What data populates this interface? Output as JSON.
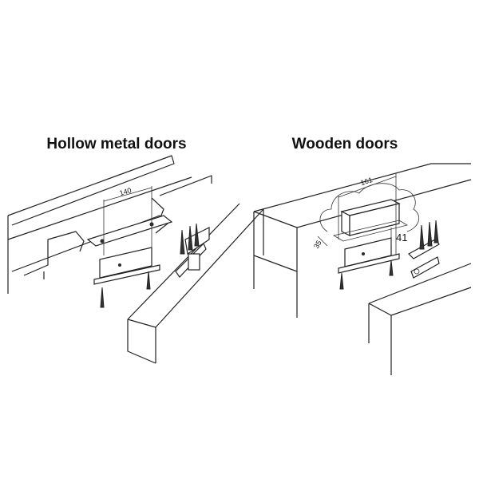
{
  "left_panel": {
    "title": "Hollow metal doors",
    "dimension_width": "140"
  },
  "right_panel": {
    "title": "Wooden doors",
    "dimension_width": "161",
    "dimension_height": "41",
    "dimension_depth": "35"
  }
}
